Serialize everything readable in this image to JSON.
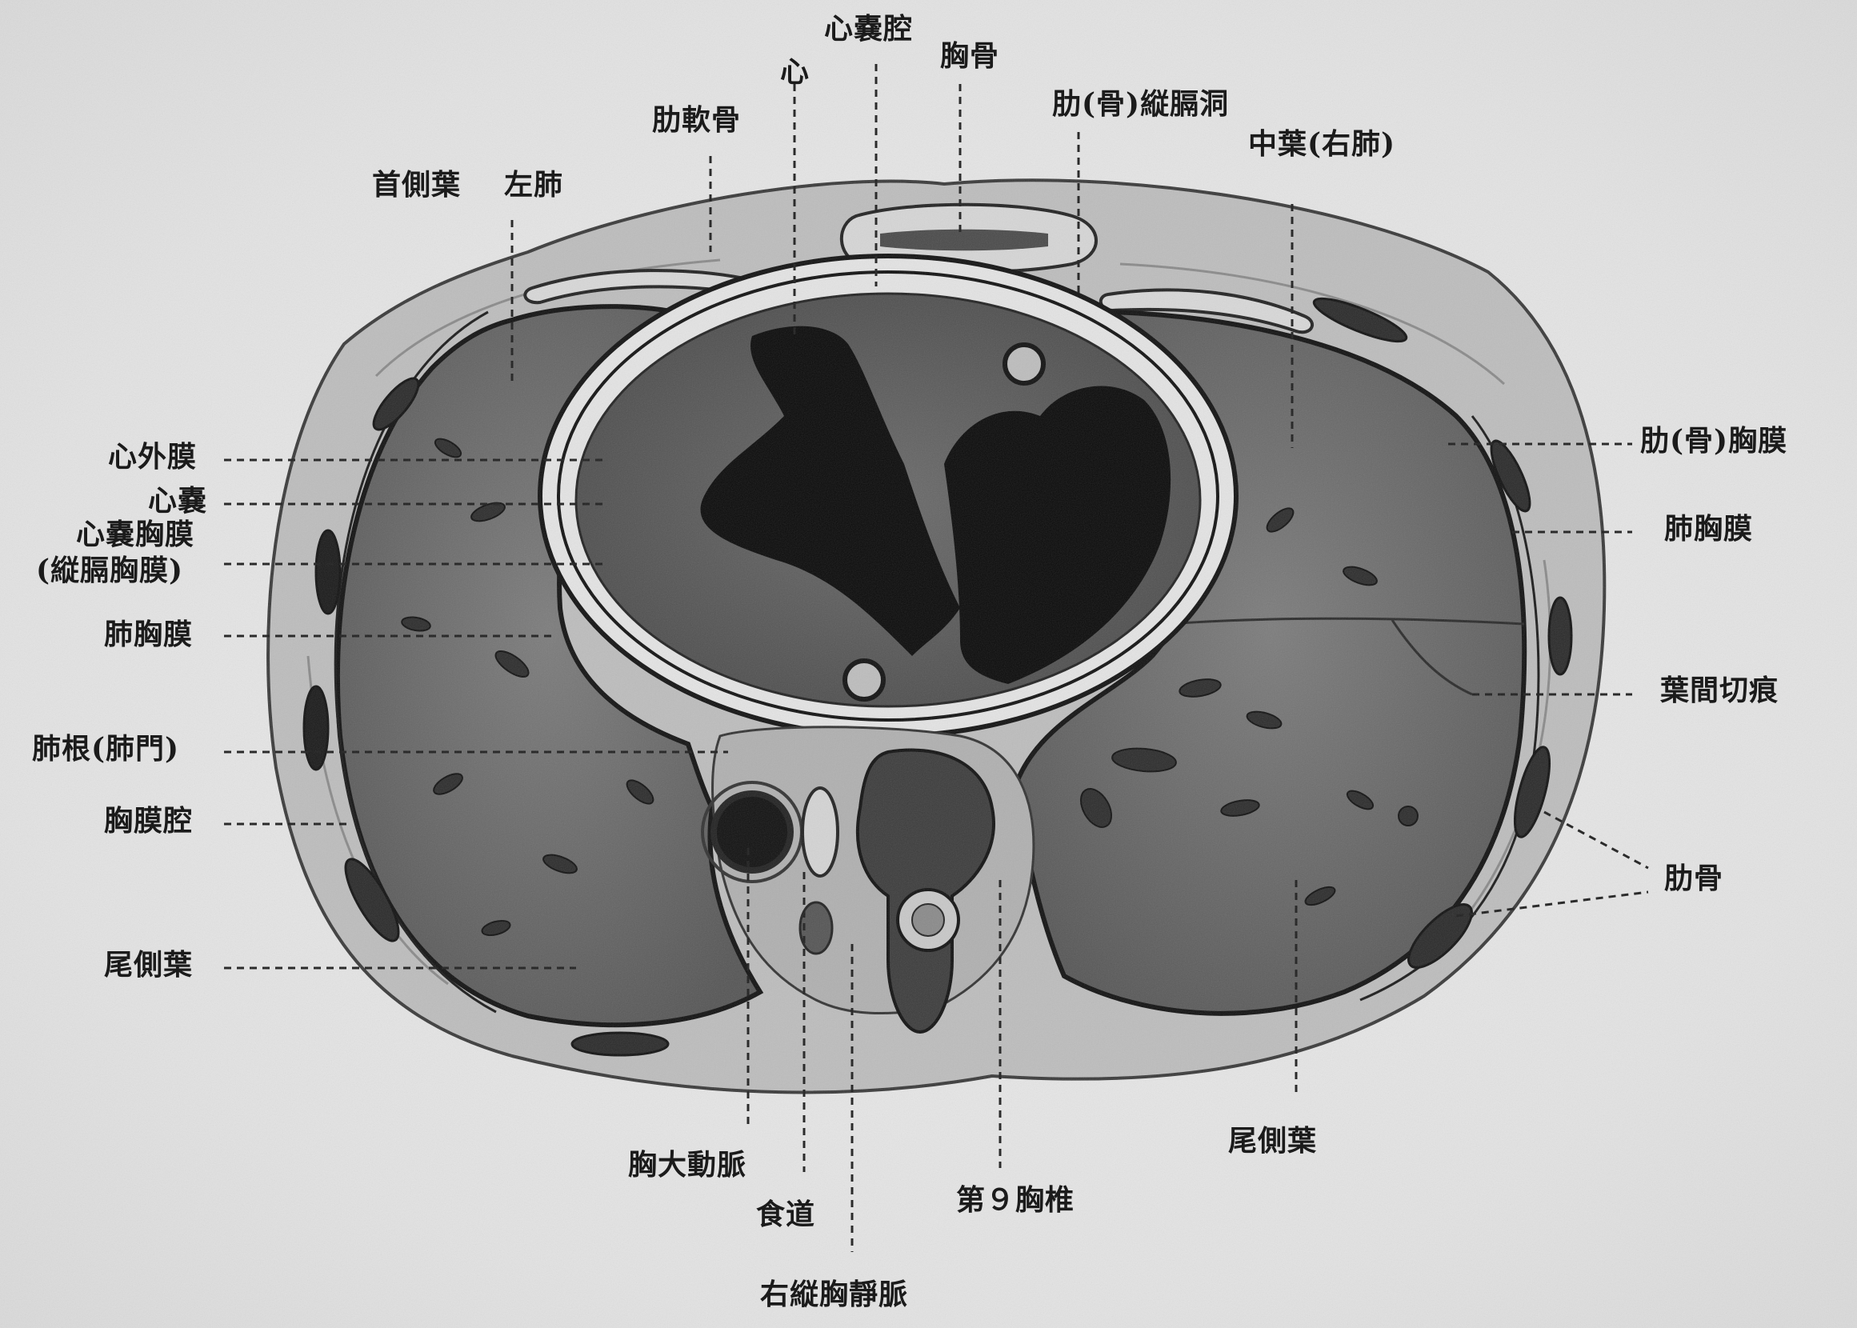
{
  "labels": {
    "shinnoukou": "心嚢腔",
    "kyoukotsu": "胸骨",
    "shin": "心",
    "rokunankotsu": "肋軟骨",
    "rokukotsu_juukakudou": "肋(骨)縦膈洞",
    "chuuyou": "中葉(右肺)",
    "zusokuyou": "首側葉",
    "hidarihai": "左肺",
    "shingaimaku": "心外膜",
    "shinnou": "心嚢",
    "shinnou_kyoumaku": "心嚢胸膜",
    "juukaku_kyoumaku": "(縦膈胸膜)",
    "haikyoumaku_left": "肺胸膜",
    "haikon": "肺根(肺門)",
    "kyoumakukou": "胸膜腔",
    "bisokuyou_left": "尾側葉",
    "rokukotsu_kyoumaku": "肋(骨)胸膜",
    "haikyoumaku_right": "肺胸膜",
    "youkansetsukon": "葉間切痕",
    "rokukotsu": "肋骨",
    "bisokuyou_right": "尾側葉",
    "kyoudaidoumyaku": "胸大動脈",
    "shokudou": "食道",
    "dai9kyoutsui": "第９胸椎",
    "migijuukyoujoumyaku": "右縦胸靜脈"
  },
  "colors": {
    "background": "#e3e3e3",
    "body_wall": "#bdbdbd",
    "lung": "#6e6e6e",
    "heart_cavity": "#0a0a0a",
    "ink": "#1b1b1b"
  }
}
